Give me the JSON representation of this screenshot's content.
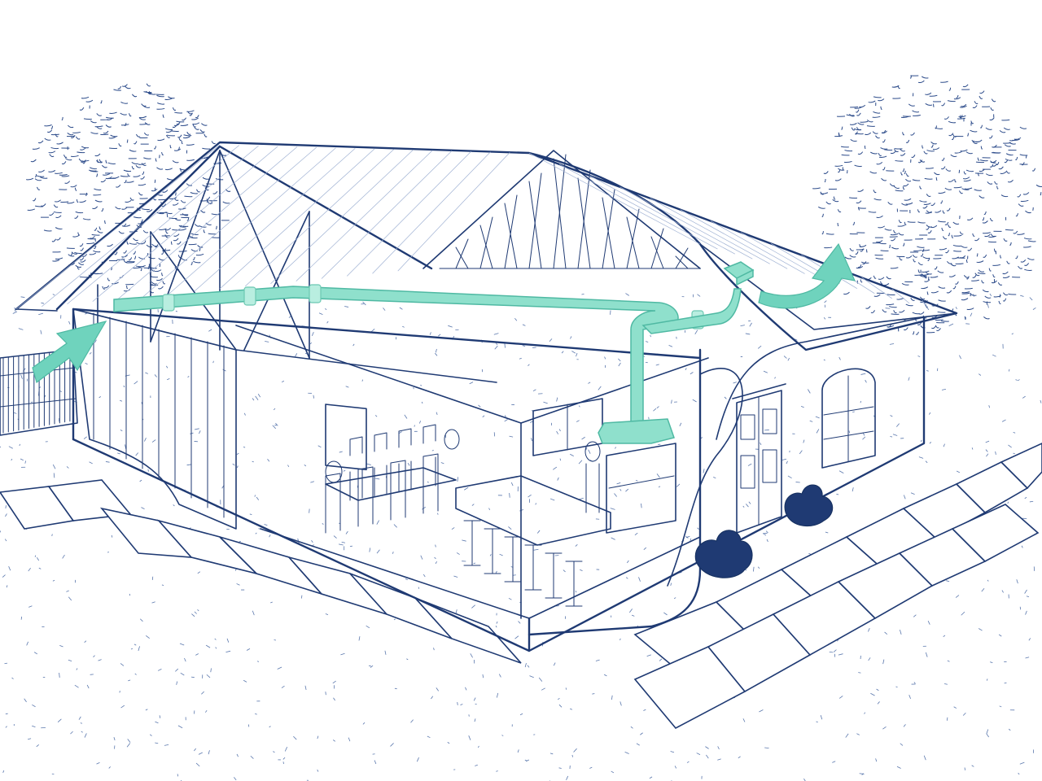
{
  "palette": {
    "ink": "#1f3a73",
    "airflow": "#6fd3bd",
    "duct": "#8fe0cc",
    "shrub": "#1f3a73",
    "background": "#ffffff"
  },
  "elements": {
    "house": "house-cutaway",
    "roof": "roof",
    "trusses": "roof-trusses",
    "ductwork": "ventilation-ductwork",
    "intake_arrow": "air-intake-arrow",
    "exhaust_arrow": "air-exhaust-arrow",
    "exhaust_vent": "roof-exhaust-vent",
    "range_hood": "range-hood",
    "kitchen": "kitchen",
    "dining": "dining-area",
    "door": "front-door",
    "window": "arched-window",
    "trees": [
      "tree-left",
      "tree-right"
    ],
    "fence": "fence",
    "walkway": "walkway",
    "shrubs": [
      "shrub-1",
      "shrub-2"
    ]
  }
}
